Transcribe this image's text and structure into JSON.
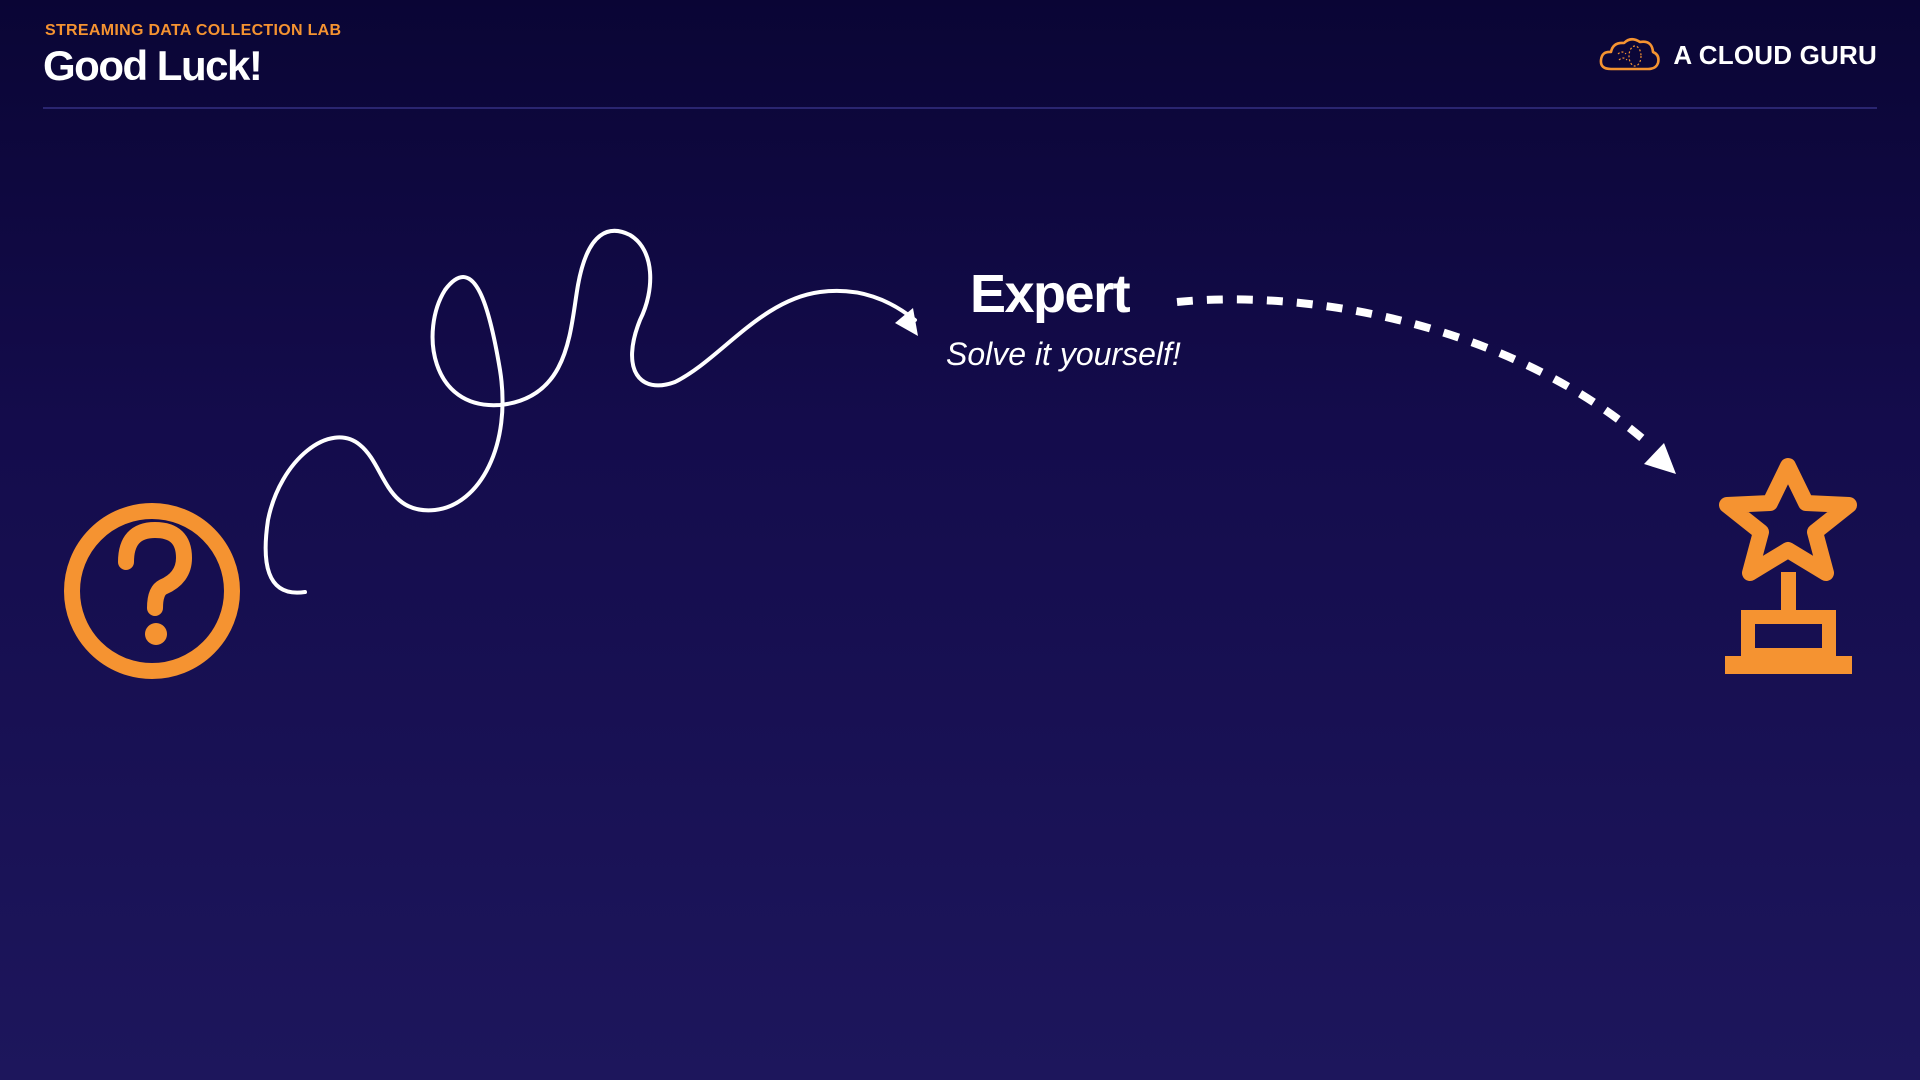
{
  "header": {
    "eyebrow": "STREAMING DATA COLLECTION LAB",
    "title": "Good Luck!",
    "brand_name": "A CLOUD GURU"
  },
  "main": {
    "level_title": "Expert",
    "level_subtitle": "Solve it yourself!"
  },
  "icons": {
    "start": "question-circle-icon",
    "goal": "star-trophy-icon",
    "brand": "cloud-logo-icon"
  },
  "colors": {
    "accent": "#f59331",
    "text": "#ffffff",
    "background_top": "#0a0535",
    "background_bottom": "#1d165c"
  }
}
